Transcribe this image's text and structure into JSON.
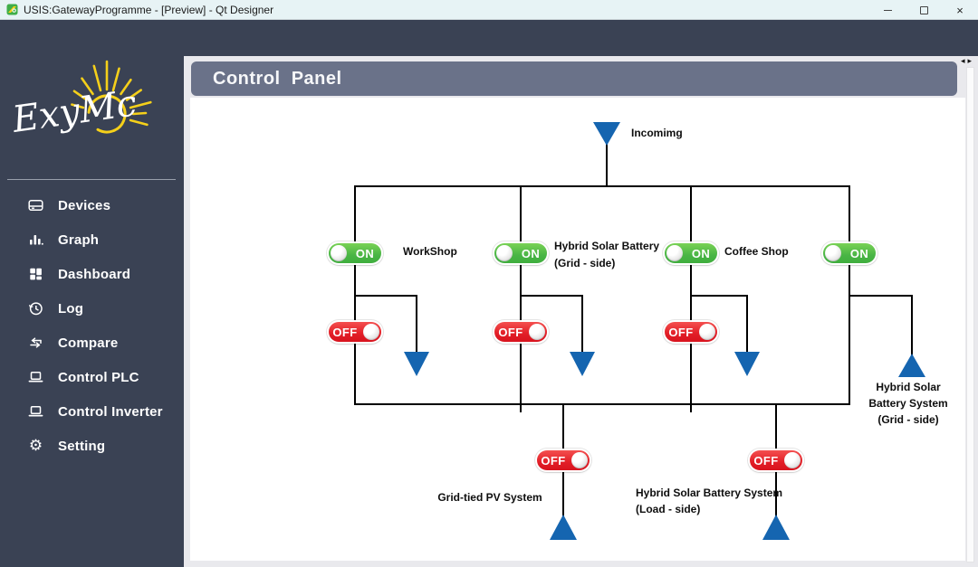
{
  "window": {
    "title": "USIS:GatewayProgramme - [Preview] - Qt Designer",
    "controls": {
      "minimize": "minimize",
      "maximize": "maximize",
      "close": "×"
    }
  },
  "sidebar": {
    "logo_text": "ExyMc",
    "gear_glyph": "⚙",
    "items": [
      {
        "label": "Devices",
        "icon": "devices-icon"
      },
      {
        "label": "Graph",
        "icon": "graph-icon"
      },
      {
        "label": "Dashboard",
        "icon": "dashboard-icon"
      },
      {
        "label": "Log",
        "icon": "log-icon"
      },
      {
        "label": "Compare",
        "icon": "compare-icon"
      },
      {
        "label": "Control PLC",
        "icon": "laptop-icon"
      },
      {
        "label": "Control Inverter",
        "icon": "laptop-icon"
      },
      {
        "label": "Setting",
        "icon": "gear-icon"
      }
    ]
  },
  "main": {
    "header_title": "Control  Panel",
    "scrollbar": {
      "left": "◂",
      "right": "▸"
    },
    "diagram": {
      "incoming_label": "Incomimg",
      "switch_on": "ON",
      "switch_off": "OFF",
      "labels": {
        "workshop": "WorkShop",
        "hybrid_grid_1": "Hybrid Solar Battery",
        "hybrid_grid_2": "(Grid - side)",
        "coffee_shop": "Coffee Shop",
        "hybrid_right_1": "Hybrid Solar",
        "hybrid_right_2": "Battery System",
        "hybrid_right_3": "(Grid - side)",
        "pv_system": "Grid-tied PV System",
        "hybrid_load_1": "Hybrid Solar Battery System",
        "hybrid_load_2": "(Load - side)"
      }
    }
  },
  "colors": {
    "sidebar_bg": "#3a4254",
    "header_bg": "#6a7289",
    "on_green": "#49b545",
    "off_red": "#e21e27",
    "arrow_blue": "#1565b0",
    "logo_yellow": "#f5d01a",
    "titlebar_bg": "#e7f3f5"
  }
}
